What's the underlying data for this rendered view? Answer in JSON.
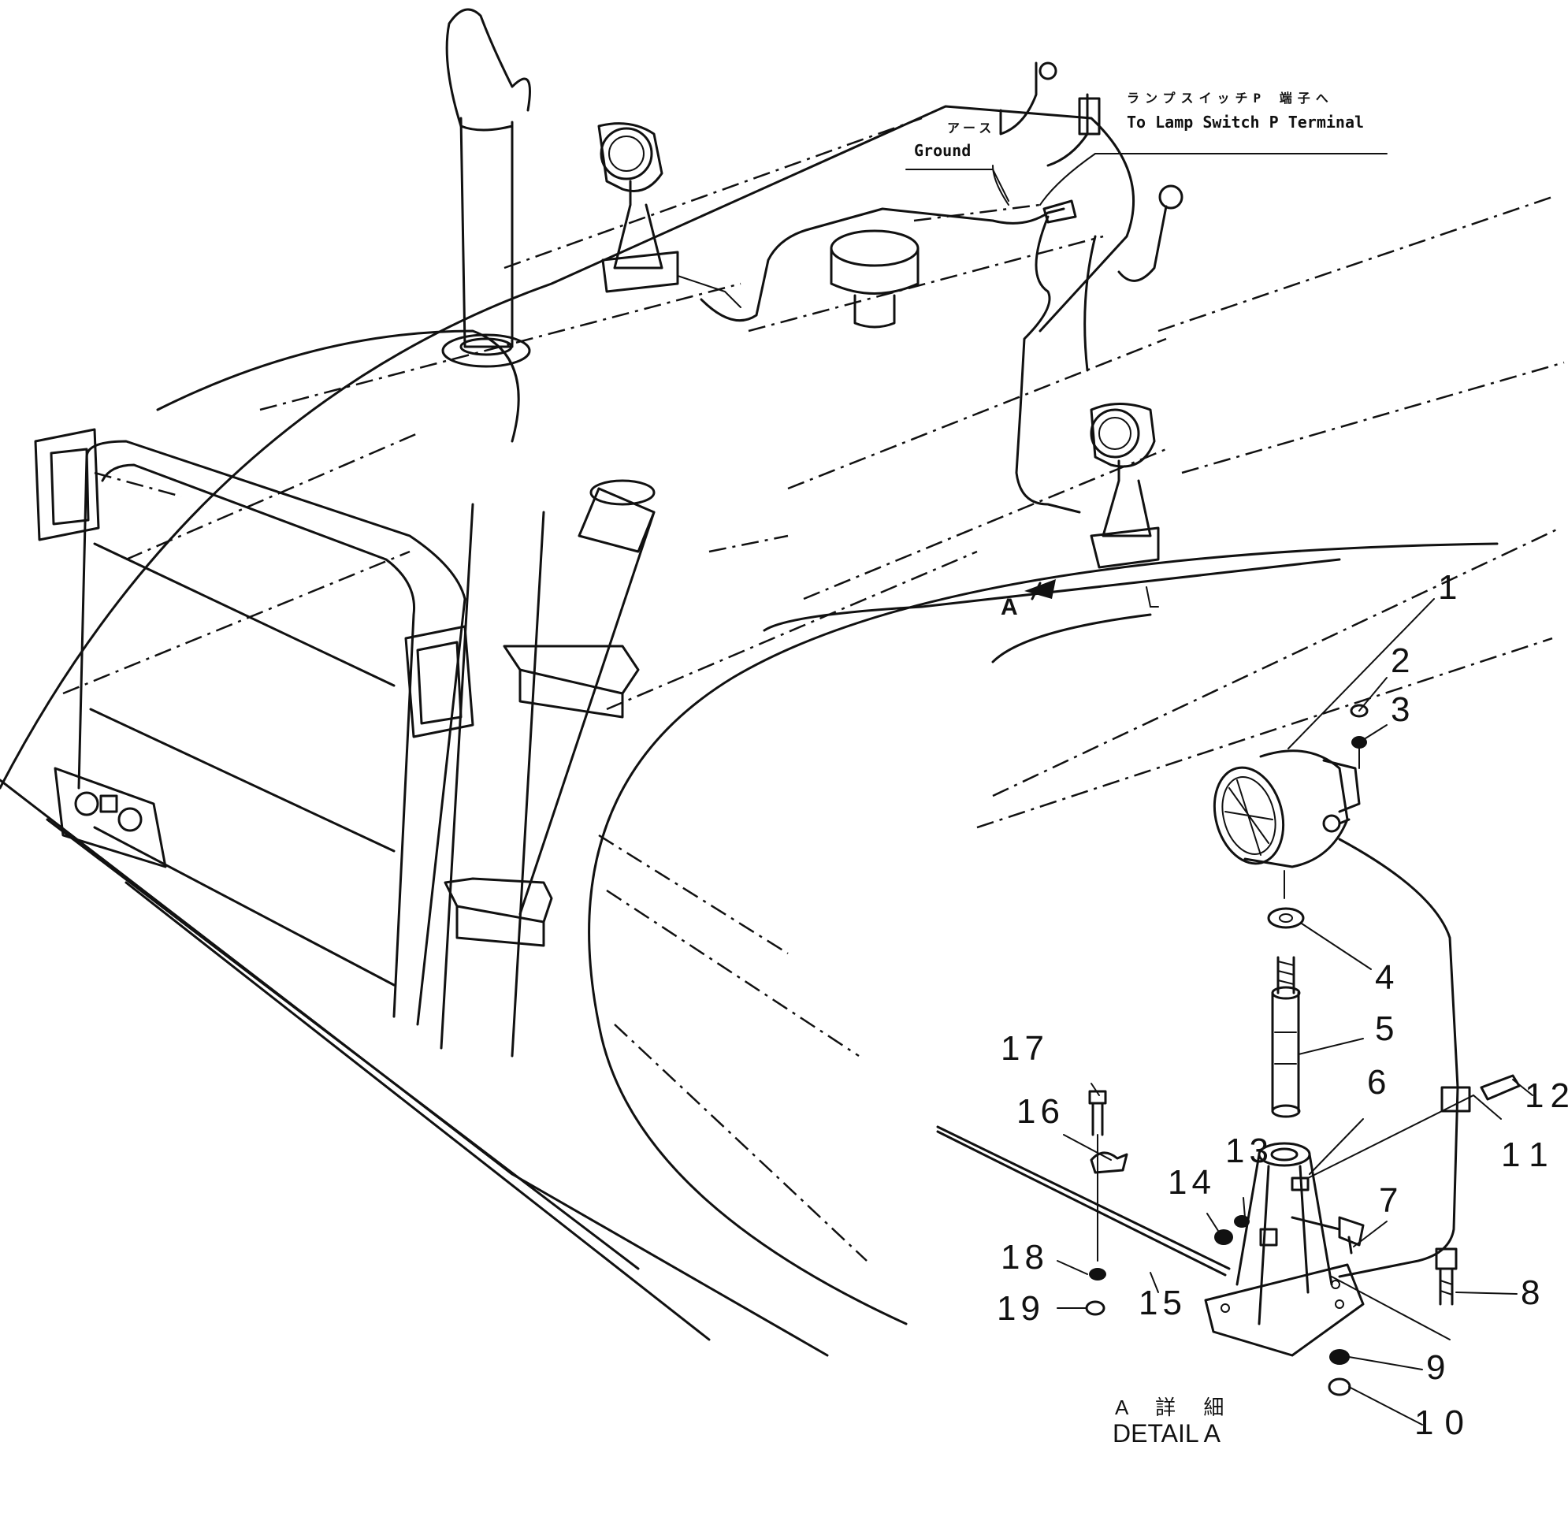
{
  "annotations": {
    "lamp_switch_jp": "ランプスイッチP 端子へ",
    "lamp_switch_en": "To Lamp Switch P Terminal",
    "ground_jp": "アース",
    "ground_en": "Ground",
    "view_marker": "A",
    "detail_jp": "A 詳 細",
    "detail_en": "DETAIL A"
  },
  "callouts": [
    "1",
    "2",
    "3",
    "4",
    "5",
    "6",
    "7",
    "8",
    "9",
    "10",
    "11",
    "12",
    "13",
    "14",
    "15",
    "16",
    "17",
    "18",
    "19"
  ],
  "icons": {
    "view_arrow": "view-direction-arrow-icon",
    "logo": "emblem-icon"
  }
}
